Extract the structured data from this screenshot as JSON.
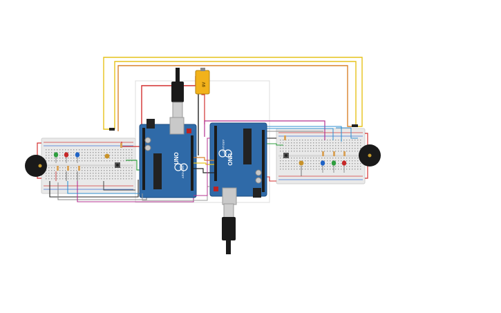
{
  "colors": {
    "canvas_bg": "#ffffff",
    "breadboard": "#e9e9e9",
    "breadboard_edge": "#cfcfcf",
    "rail_red": "#d33a3a",
    "rail_blue": "#3a6fd3",
    "arduino_blue": "#2f6aa8",
    "arduino_dark": "#1f4d80",
    "wire_yellow": "#e6c21a",
    "wire_orange": "#d9822b",
    "wire_red": "#d32f2f",
    "wire_black": "#222222",
    "wire_green": "#2e9e3e",
    "wire_magenta": "#b3308f",
    "wire_blue": "#2f8fd0",
    "wire_gray": "#888888",
    "battery": "#f2b21b",
    "buzzer": "#1a1a1a"
  },
  "boards": {
    "left_uno_label": "UNO",
    "right_uno_label": "UNO",
    "left_arduino_label": "ARDUINO",
    "right_arduino_label": "ARDUINO"
  },
  "battery": {
    "label": "9V"
  },
  "components": {
    "left_leds": [
      "green",
      "red",
      "blue"
    ],
    "right_leds": [
      "blue",
      "green",
      "red"
    ],
    "left_buzzer": "piezo",
    "right_buzzer": "piezo"
  }
}
